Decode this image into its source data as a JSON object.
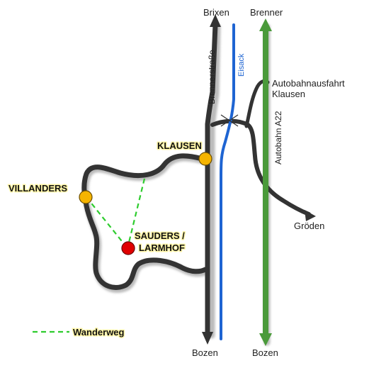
{
  "colors": {
    "road": "#333333",
    "road_shadow": "#bbbbbb",
    "river": "#1e64d2",
    "motorway": "#4a9a3a",
    "trail": "#2ecc2e",
    "village_marker": "#f5b400",
    "destination_marker": "#e00000"
  },
  "labels": {
    "brixen": "Brixen",
    "brenner": "Brenner",
    "brennerstrasse": "Brennerstraße",
    "eisack": "Eisack",
    "autobahnausfahrt_line1": "Autobahnausfahrt",
    "autobahnausfahrt_line2": "Klausen",
    "autobahn": "Autobahn A22",
    "klausen": "KLAUSEN",
    "villanders": "VILLANDERS",
    "sauders_line1": "SAUDERS /",
    "sauders_line2": "LARMHOF",
    "groeden": "Gröden",
    "bozen_road": "Bozen",
    "bozen_motorway": "Bozen"
  },
  "legend": {
    "wanderweg": "Wanderweg"
  }
}
